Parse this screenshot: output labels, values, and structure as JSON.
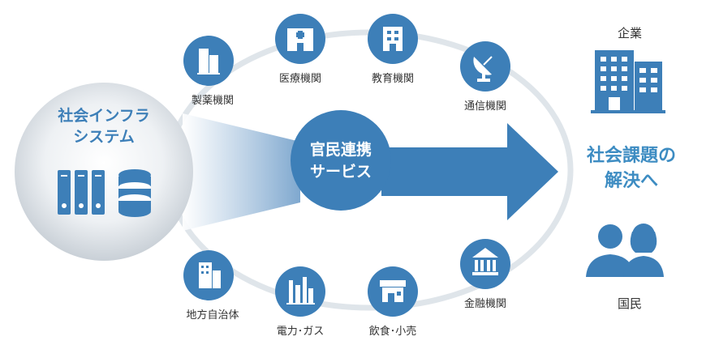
{
  "core": {
    "line1": "社会インフラ",
    "line2": "システム"
  },
  "center": {
    "line1": "官民連携",
    "line2": "サービス"
  },
  "goal": {
    "line1": "社会課題の",
    "line2": "解決へ"
  },
  "enterprise_label": "企業",
  "citizen_label": "国民",
  "nodes": {
    "pharma": "製薬機関",
    "medical": "医療機関",
    "education": "教育機関",
    "telecom": "通信機関",
    "local_gov": "地方自治体",
    "utility": "電力･ガス",
    "retail": "飲食･小売",
    "finance": "金融機関"
  },
  "colors": {
    "primary": "#3d7fb8",
    "ring": "#dfe5ea",
    "text": "#333333"
  }
}
